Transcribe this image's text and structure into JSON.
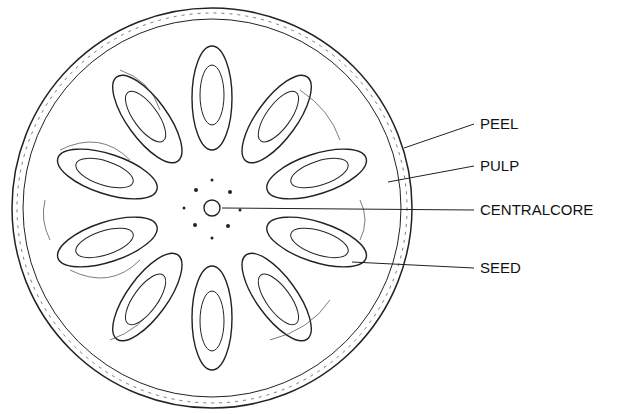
{
  "diagram": {
    "labels": [
      "PEEL",
      "PULP",
      "CENTRALCORE",
      "SEED"
    ]
  }
}
